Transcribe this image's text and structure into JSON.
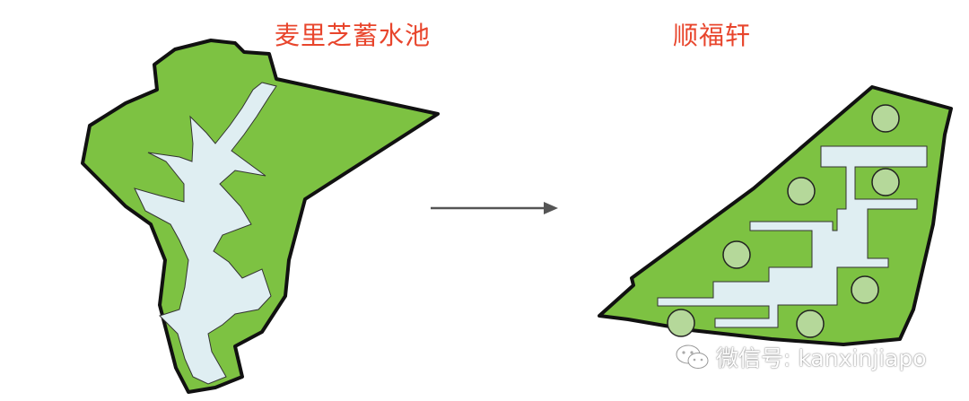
{
  "labels": {
    "before": "麦里芝蓄水池",
    "after": "顺福轩"
  },
  "watermark": {
    "text": "微信号: kanxinjiapo",
    "icon": "wechat-icon"
  },
  "colors": {
    "title": "#e8452c",
    "land": "#7dc242",
    "water": "#dfeef2",
    "circle": "#b5d89a",
    "outline": "#111111",
    "arrow": "#555555"
  }
}
